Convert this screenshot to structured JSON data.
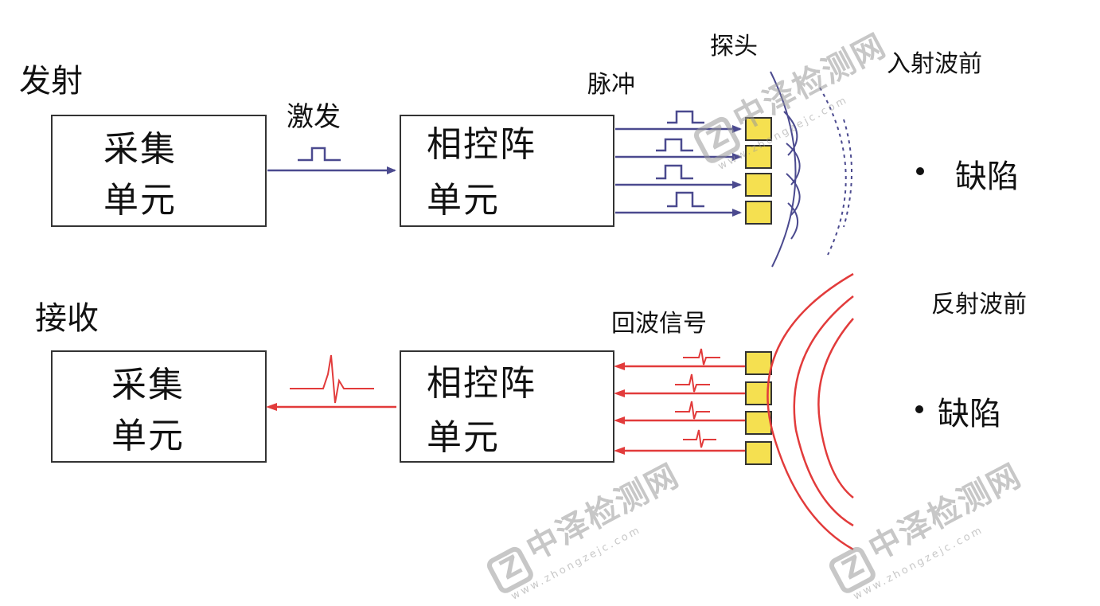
{
  "transmit": {
    "title": "发射",
    "unit_left": {
      "line1": "采集",
      "line2": "单元"
    },
    "excite_label": "激发",
    "unit_right": {
      "line1": "相控阵",
      "line2": "单元"
    },
    "pulse_label": "脉冲",
    "probe_label": "探头",
    "wavefront_label": "入射波前",
    "defect_label": "缺陷",
    "colors": {
      "arrow": "#4b4a8f",
      "wave": "#4b4a8f"
    }
  },
  "receive": {
    "title": "接收",
    "unit_left": {
      "line1": "采集",
      "line2": "单元"
    },
    "unit_right": {
      "line1": "相控阵",
      "line2": "单元"
    },
    "echo_label": "回波信号",
    "wavefront_label": "反射波前",
    "defect_label": "缺陷",
    "colors": {
      "arrow": "#e23b3b",
      "wave": "#e23b3b"
    }
  },
  "probe_element_color": "#f5e050",
  "watermark": {
    "cn": "中泽检测网",
    "en": "www.zhongzejc.com"
  }
}
